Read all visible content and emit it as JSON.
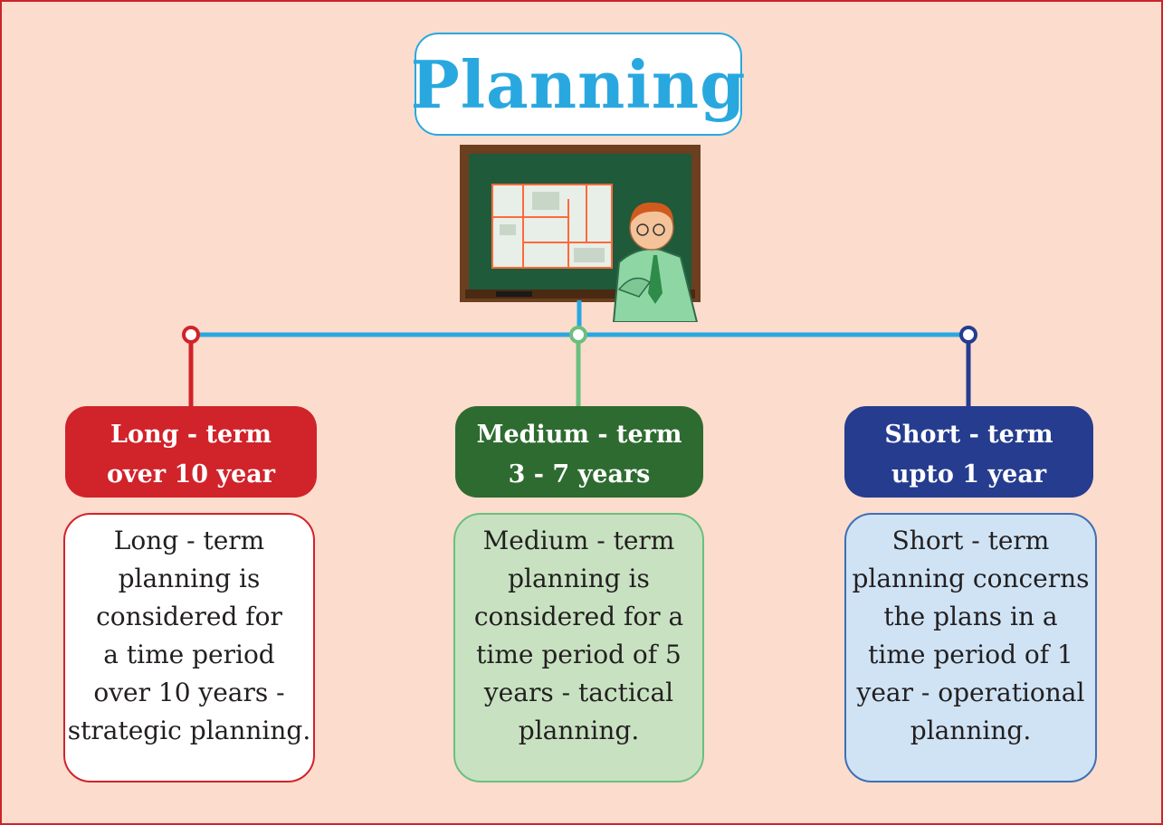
{
  "title": "Planning",
  "colors": {
    "background": "#fcdccd",
    "frame_border": "#c9252c",
    "title": "#29a8e0",
    "connector": "#29a8e0",
    "long_term": "#d1232a",
    "medium_term": "#2e6b30",
    "short_term": "#253c8f",
    "medium_desc_bg": "#c8e2c1",
    "short_desc_bg": "#cfe3f5"
  },
  "illustration": "teacher-at-chalkboard-image",
  "branches": [
    {
      "id": "long-term",
      "header_lines": [
        "Long - term",
        "over 10 year"
      ],
      "desc_lines": [
        "Long - term",
        "planning is",
        "considered for",
        "a time period",
        "over 10 years -",
        "strategic planning."
      ]
    },
    {
      "id": "medium-term",
      "header_lines": [
        "Medium - term",
        "3 - 7 years"
      ],
      "desc_lines": [
        "Medium - term",
        "planning is",
        "considered for a",
        "time period of 5",
        "years - tactical",
        "planning."
      ]
    },
    {
      "id": "short-term",
      "header_lines": [
        "Short - term",
        "upto 1 year"
      ],
      "desc_lines": [
        "Short - term",
        "planning concerns",
        "the plans in a",
        "time period of 1",
        "year - operational",
        "planning."
      ]
    }
  ]
}
